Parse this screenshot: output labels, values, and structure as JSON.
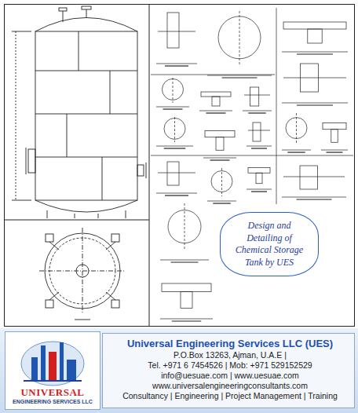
{
  "diagram": {
    "nodes": [
      {
        "text": [
          "Design and Detailing of Chemical Storage Tank by UES"
        ]
      },
      {
        "text": [
          "UNIVERSAL",
          "ENGINEERING SERVICES LLC"
        ]
      },
      {
        "text": [
          "Universal Engineering Services LLC (UES)",
          "P.O.Box 13263, Ajman, U.A.E |",
          "Tel. +971 6 7454526 | Mob: +971 529152529",
          "info@uesuae.com  |  www.uesuae.com",
          "www.universalengineeringconsultants.com",
          "Consultancy | Engineering | Project Management | Training"
        ]
      }
    ]
  }
}
